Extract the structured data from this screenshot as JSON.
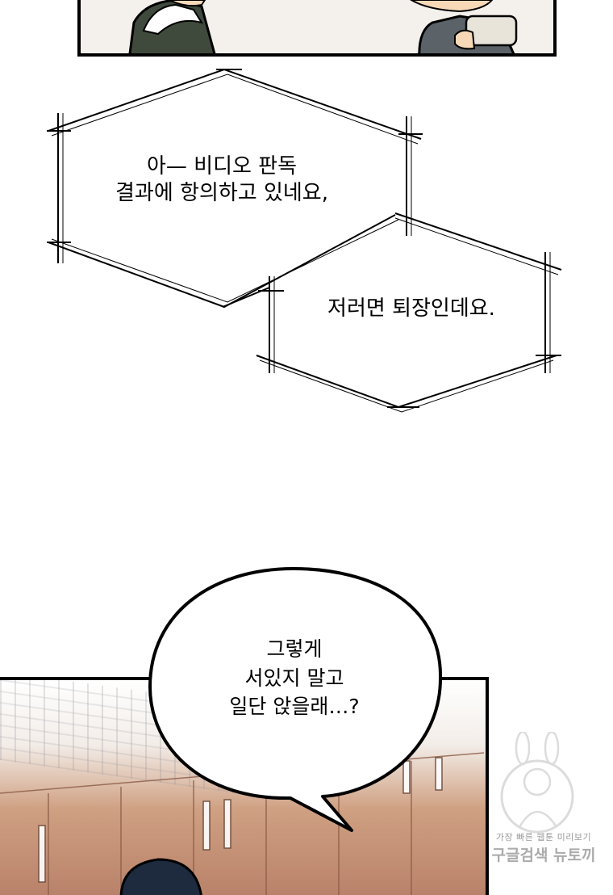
{
  "captions": {
    "caption_1": "아— 비디오 판독\n결과에 항의하고 있네요,",
    "caption_2": "저러면 퇴장인데요."
  },
  "speech_bubble": {
    "text": "그렇게\n서있지 말고\n일단 앉을래…?"
  },
  "watermark": {
    "line1": "가장 빠른 웹툰 미리보기",
    "line2": "구글검색 뉴토끼"
  },
  "colors": {
    "ink": "#000000",
    "skin": "#f7d9b8",
    "jersey_green": "#3f4a3c",
    "wall": "#c99576"
  }
}
